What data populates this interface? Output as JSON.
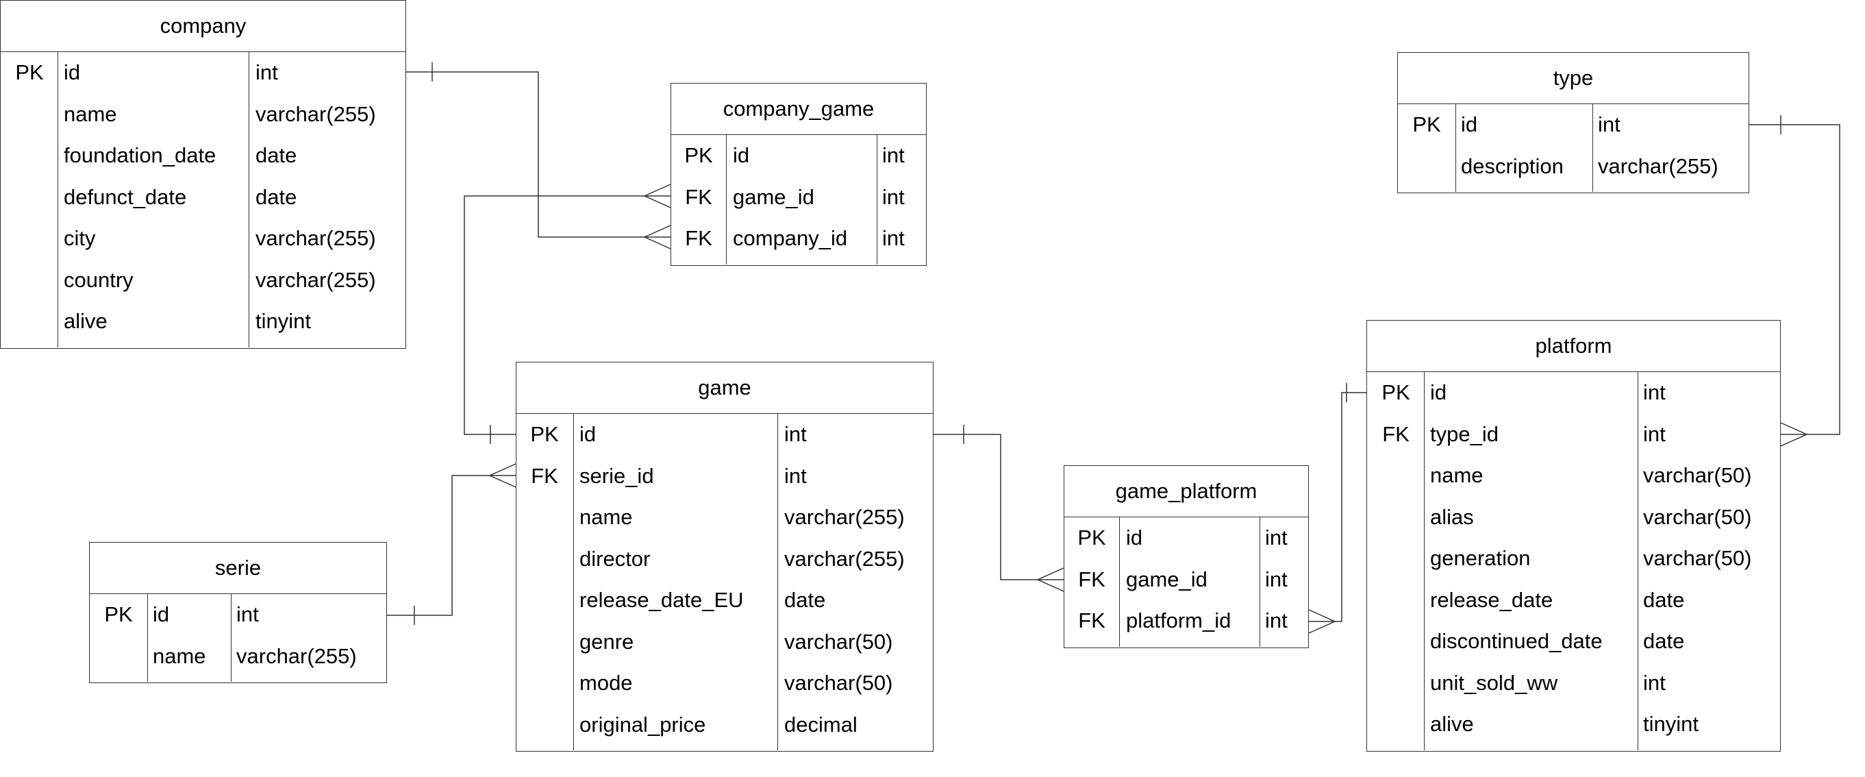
{
  "tables": {
    "company": {
      "title": "company",
      "rows": [
        {
          "key": "PK",
          "name": "id",
          "type": "int"
        },
        {
          "key": "",
          "name": "name",
          "type": "varchar(255)"
        },
        {
          "key": "",
          "name": "foundation_date",
          "type": "date"
        },
        {
          "key": "",
          "name": "defunct_date",
          "type": "date"
        },
        {
          "key": "",
          "name": "city",
          "type": "varchar(255)"
        },
        {
          "key": "",
          "name": "country",
          "type": "varchar(255)"
        },
        {
          "key": "",
          "name": "alive",
          "type": "tinyint"
        }
      ]
    },
    "company_game": {
      "title": "company_game",
      "rows": [
        {
          "key": "PK",
          "name": "id",
          "type": "int"
        },
        {
          "key": "FK",
          "name": "game_id",
          "type": "int"
        },
        {
          "key": "FK",
          "name": "company_id",
          "type": "int"
        }
      ]
    },
    "type": {
      "title": "type",
      "rows": [
        {
          "key": "PK",
          "name": "id",
          "type": "int"
        },
        {
          "key": "",
          "name": "description",
          "type": "varchar(255)"
        }
      ]
    },
    "game": {
      "title": "game",
      "rows": [
        {
          "key": "PK",
          "name": "id",
          "type": "int"
        },
        {
          "key": "FK",
          "name": "serie_id",
          "type": "int"
        },
        {
          "key": "",
          "name": "name",
          "type": "varchar(255)"
        },
        {
          "key": "",
          "name": "director",
          "type": "varchar(255)"
        },
        {
          "key": "",
          "name": "release_date_EU",
          "type": "date"
        },
        {
          "key": "",
          "name": "genre",
          "type": "varchar(50)"
        },
        {
          "key": "",
          "name": "mode",
          "type": "varchar(50)"
        },
        {
          "key": "",
          "name": "original_price",
          "type": "decimal"
        }
      ]
    },
    "serie": {
      "title": "serie",
      "rows": [
        {
          "key": "PK",
          "name": "id",
          "type": "int"
        },
        {
          "key": "",
          "name": "name",
          "type": "varchar(255)"
        }
      ]
    },
    "game_platform": {
      "title": "game_platform",
      "rows": [
        {
          "key": "PK",
          "name": "id",
          "type": "int"
        },
        {
          "key": "FK",
          "name": "game_id",
          "type": "int"
        },
        {
          "key": "FK",
          "name": "platform_id",
          "type": "int"
        }
      ]
    },
    "platform": {
      "title": "platform",
      "rows": [
        {
          "key": "PK",
          "name": "id",
          "type": "int"
        },
        {
          "key": "FK",
          "name": "type_id",
          "type": "int"
        },
        {
          "key": "",
          "name": "name",
          "type": "varchar(50)"
        },
        {
          "key": "",
          "name": "alias",
          "type": "varchar(50)"
        },
        {
          "key": "",
          "name": "generation",
          "type": "varchar(50)"
        },
        {
          "key": "",
          "name": "release_date",
          "type": "date"
        },
        {
          "key": "",
          "name": "discontinued_date",
          "type": "date"
        },
        {
          "key": "",
          "name": "unit_sold_ww",
          "type": "int"
        },
        {
          "key": "",
          "name": "alive",
          "type": "tinyint"
        }
      ]
    }
  },
  "relationships": [
    {
      "from": "company.id",
      "to": "company_game.company_id",
      "from_end": "one",
      "to_end": "many"
    },
    {
      "from": "game.id",
      "to": "company_game.game_id",
      "from_end": "one",
      "to_end": "many"
    },
    {
      "from": "serie.id",
      "to": "game.serie_id",
      "from_end": "one",
      "to_end": "many"
    },
    {
      "from": "game.id",
      "to": "game_platform.game_id",
      "from_end": "one",
      "to_end": "many"
    },
    {
      "from": "platform.id",
      "to": "game_platform.platform_id",
      "from_end": "one",
      "to_end": "many"
    },
    {
      "from": "type.id",
      "to": "platform.type_id",
      "from_end": "one",
      "to_end": "many"
    }
  ]
}
